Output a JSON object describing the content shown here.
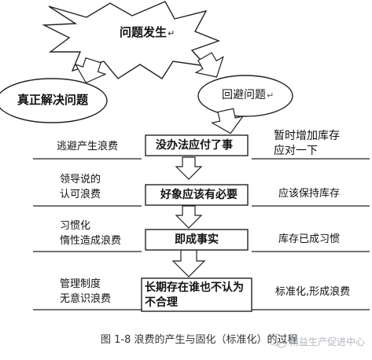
{
  "burst": {
    "text": "问题发生",
    "mark": "↵"
  },
  "ellipses": {
    "left": {
      "text": "真正解决问题"
    },
    "right": {
      "text": "回避问题",
      "mark": "↵"
    }
  },
  "center_boxes": [
    {
      "lines": [
        "没办法应付了事"
      ]
    },
    {
      "lines": [
        "好象应该有必要"
      ]
    },
    {
      "lines": [
        "即成事实"
      ]
    },
    {
      "lines": [
        "长期存在谁也不认为",
        "不合理"
      ]
    }
  ],
  "left_labels": [
    {
      "lines": [
        "逃避产生浪费"
      ]
    },
    {
      "lines": [
        "领导说的",
        "认可浪费"
      ]
    },
    {
      "lines": [
        "习惯化",
        "惰性造成浪费"
      ]
    },
    {
      "lines": [
        "管理制度",
        "无意识浪费"
      ]
    }
  ],
  "right_labels": [
    {
      "lines": [
        "暂时增加库存",
        "应对一下"
      ]
    },
    {
      "lines": [
        "应该保持库存"
      ]
    },
    {
      "lines": [
        "库存已成习惯"
      ]
    },
    {
      "lines": [
        "标准化,形成浪费"
      ]
    }
  ],
  "caption": "图 1-8  浪费的产生与固化（标准化）的过程",
  "watermark": "精益生产促进中心",
  "colors": {
    "ink": "#111111",
    "line": "#222222",
    "arrow_fill": "#ffffff"
  }
}
